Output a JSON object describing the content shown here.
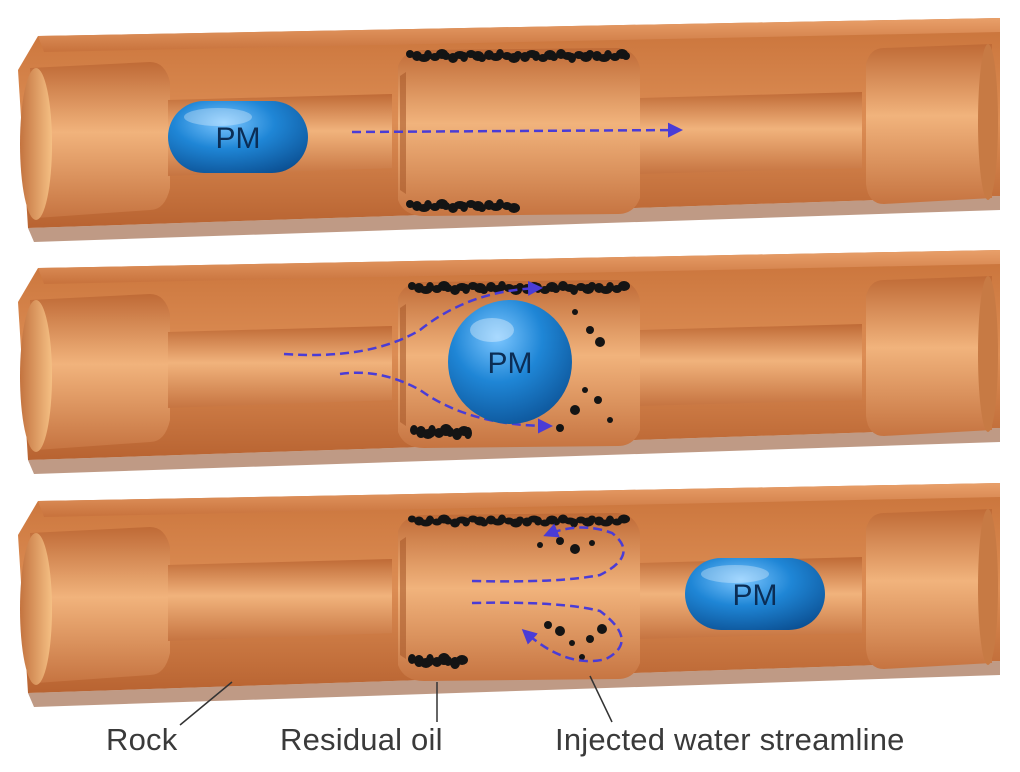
{
  "figure": {
    "particle_label": "PM",
    "panels": [
      {
        "id": "panel-1",
        "particle": {
          "shape": "capsule"
        }
      },
      {
        "id": "panel-2",
        "particle": {
          "shape": "sphere"
        }
      },
      {
        "id": "panel-3",
        "particle": {
          "shape": "capsule"
        }
      }
    ],
    "legend": {
      "rock": "Rock",
      "residual_oil": "Residual oil",
      "streamline": "Injected water streamline"
    },
    "colors": {
      "rock": "#d9884f",
      "rock_dark": "#a5542a",
      "rock_light": "#f2b47c",
      "particle": "#1f86d6",
      "streamline": "#4a3cd6",
      "oil": "#141414"
    }
  }
}
